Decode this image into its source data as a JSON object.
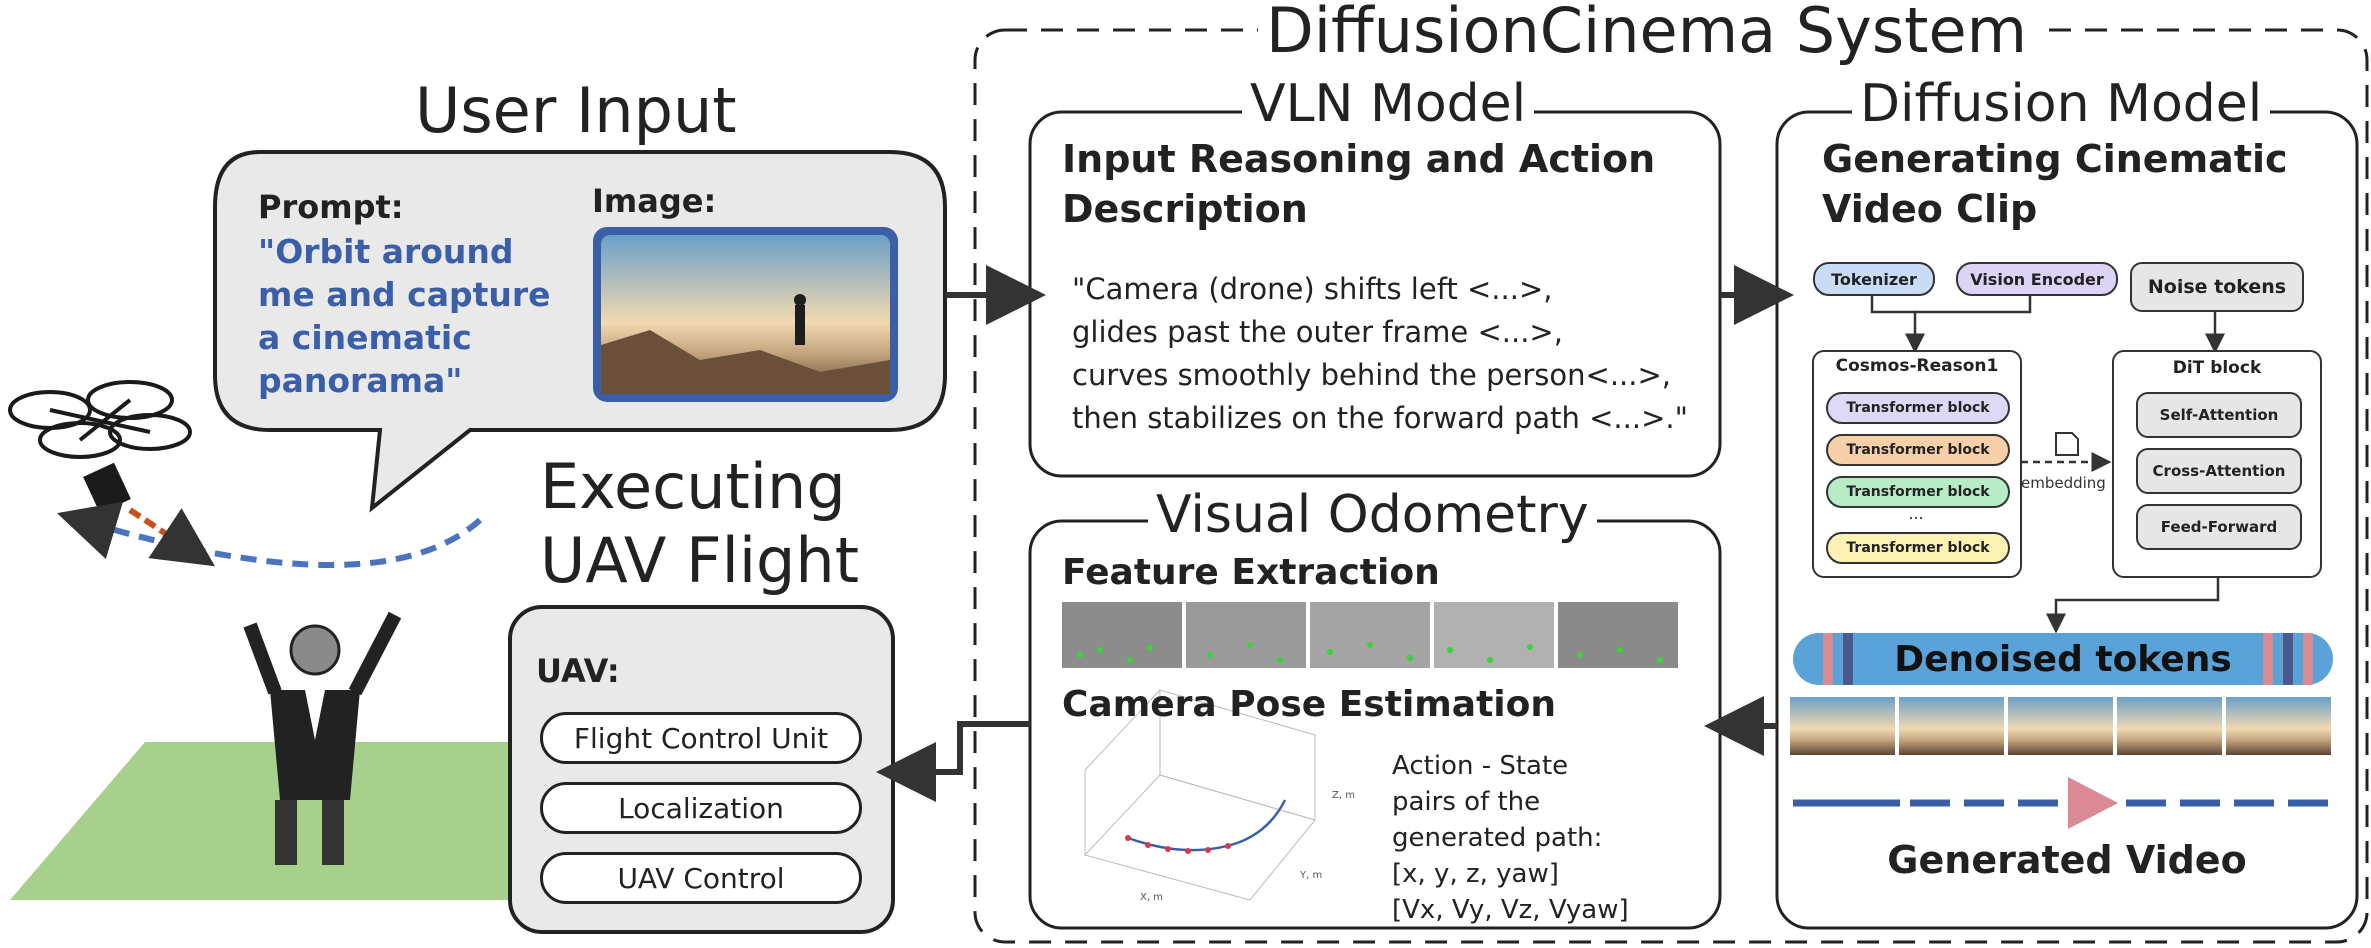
{
  "system_title": "DiffusionCinema System",
  "user_input": {
    "title": "User Input",
    "prompt_label": "Prompt:",
    "prompt_lines": [
      "\"Orbit around",
      "me and capture",
      "a cinematic",
      "panorama\""
    ],
    "image_label": "Image:"
  },
  "executing": {
    "title_lines": [
      "Executing",
      "UAV Flight"
    ],
    "uav_label": "UAV:",
    "modules": [
      "Flight Control Unit",
      "Localization",
      "UAV Control"
    ]
  },
  "vln": {
    "title": "VLN Model",
    "heading_lines": [
      "Input Reasoning and Action",
      "Description"
    ],
    "text_lines": [
      "\"Camera (drone) shifts left <...>,",
      "glides past the outer frame <...>,",
      "curves smoothly behind the person<...>,",
      "then stabilizes on the forward path <...>.\""
    ]
  },
  "diffusion": {
    "title": "Diffusion Model",
    "heading_lines": [
      "Generating Cinematic",
      "Video Clip"
    ],
    "tokenizer": "Tokenizer",
    "vision_encoder": "Vision Encoder",
    "noise_tokens": "Noise tokens",
    "cosmos": "Cosmos-Reason1",
    "transformer_blocks": [
      "Transformer block",
      "Transformer block",
      "Transformer block",
      "...",
      "Transformer block"
    ],
    "dit": "DiT block",
    "dit_blocks": [
      "Self-Attention",
      "Cross-Attention",
      "Feed-Forward"
    ],
    "embedding": "embedding",
    "denoised": "Denoised tokens",
    "generated": "Generated Video"
  },
  "odometry": {
    "title": "Visual Odometry",
    "feature": "Feature Extraction",
    "pose": "Camera Pose Estimation",
    "pose_text_lines": [
      "Action - State",
      "pairs of the",
      "generated path:",
      "[x, y, z, yaw]",
      "[Vx, Vy, Vz, Vyaw]"
    ],
    "axis_labels": [
      "X, m",
      "Y, m",
      "Z, m"
    ]
  },
  "colors": {
    "prompt_blue": "#3a5fa8",
    "bubble_fill": "#e9e9e9",
    "ground_green": "#a8d08d",
    "denoised_blue": "#5aa3d8",
    "arrow_orange": "#c8501e",
    "arrow_blue": "#4a73c0",
    "transformer_fills": [
      "#dcd8f5",
      "#f7cfa8",
      "#b7ecc6",
      "#fbf2b3"
    ],
    "tokenizer_fill": "#c9dcf7",
    "vision_fill": "#ddd3f5"
  }
}
